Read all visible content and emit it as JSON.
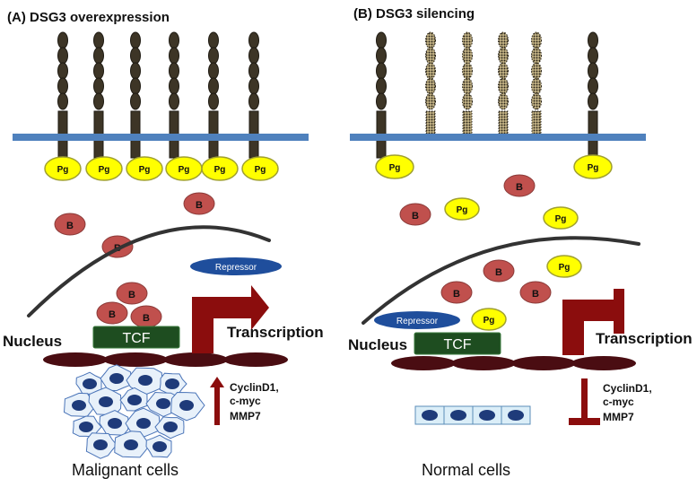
{
  "panels": {
    "left": {
      "title": "(A) DSG3 overexpression",
      "nucleus_label": "Nucleus",
      "tcf_label": "TCF",
      "repressor_label": "Repressor",
      "transcription_label": "Transcription",
      "targets": [
        "CyclinD1,",
        "c-myc",
        "MMP7"
      ],
      "cells_label": "Malignant cells",
      "pg_label": "Pg",
      "b_label": "B"
    },
    "right": {
      "title": "(B) DSG3 silencing",
      "nucleus_label": "Nucleus",
      "tcf_label": "TCF",
      "repressor_label": "Repressor",
      "transcription_label": "Transcription",
      "targets": [
        "CyclinD1,",
        "c-myc",
        "MMP7"
      ],
      "cells_label": "Normal cells",
      "pg_label": "Pg",
      "b_label": "B"
    }
  },
  "colors": {
    "membrane": "#4f81bd",
    "pg_fill": "#ffff00",
    "pg_stroke": "#a0a030",
    "b_fill": "#c0504d",
    "tcf_fill": "#1e4d20",
    "repressor_fill": "#1f4e9c",
    "dna_fill": "#4a0d12",
    "arrow": "#8b0d0d",
    "dsg_fill": "#3d3526",
    "cell_fill": "#1f3b7a"
  }
}
